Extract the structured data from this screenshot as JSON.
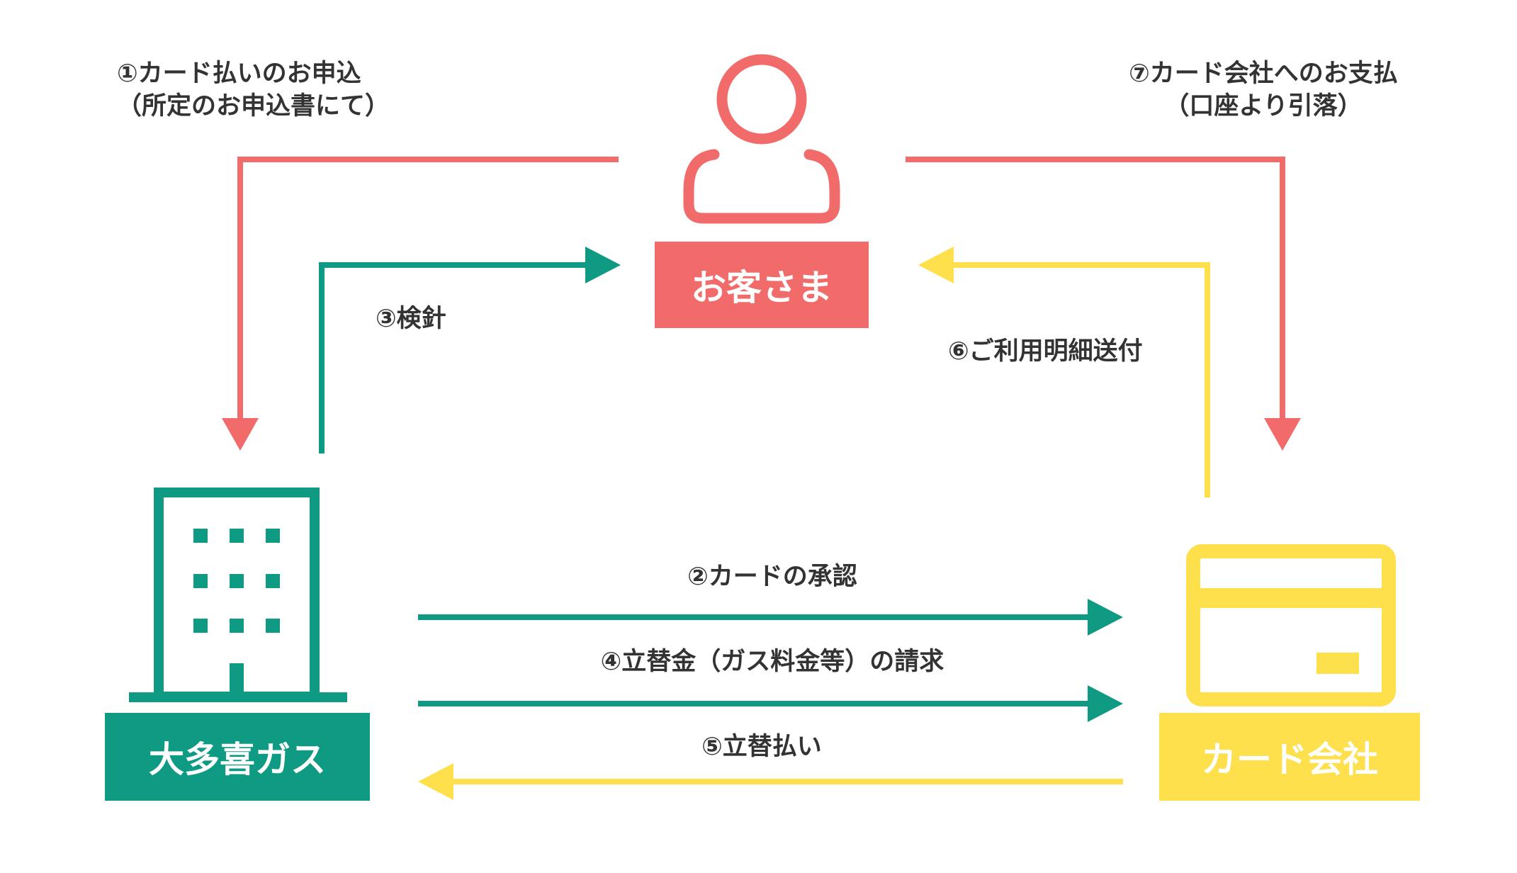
{
  "colors": {
    "customer": "#f26b6b",
    "gas": "#0f9a84",
    "card": "#fde04b",
    "text": "#333333"
  },
  "nodes": {
    "customer": {
      "label": "お客さま",
      "icon": "person-icon"
    },
    "gas_company": {
      "label": "大多喜ガス",
      "icon": "building-icon"
    },
    "card_company": {
      "label": "カード会社",
      "icon": "credit-card-icon"
    }
  },
  "steps": {
    "s1": {
      "line1": "①カード払いのお申込",
      "line2": "（所定のお申込書にて）"
    },
    "s2": "②カードの承認",
    "s3": "③検針",
    "s4": "④立替金（ガス料金等）の請求",
    "s5": "⑤立替払い",
    "s6": "⑥ご利用明細送付",
    "s7": {
      "line1": "⑦カード会社へのお支払",
      "line2": "（口座より引落）"
    }
  }
}
